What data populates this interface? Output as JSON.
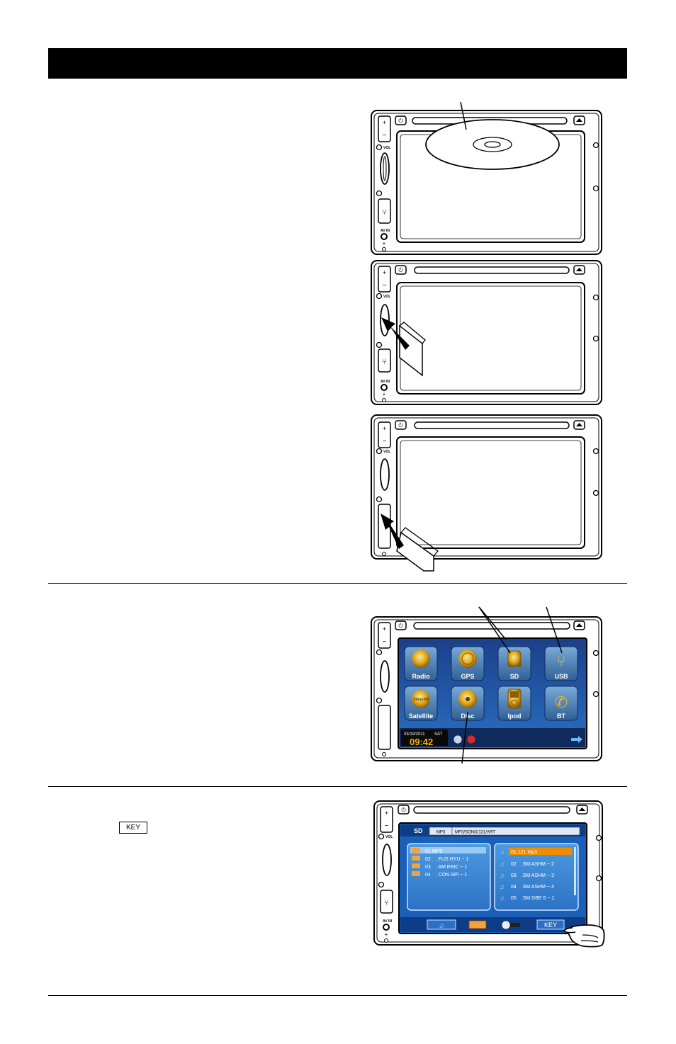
{
  "instructions": {
    "key_label": "KEY"
  },
  "unit_panel": {
    "vol_label": "VOL",
    "av_in_label": "AV IN"
  },
  "home_menu": {
    "apps": [
      {
        "label": "Radio",
        "icon": "radio-icon"
      },
      {
        "label": "GPS",
        "icon": "gps-icon"
      },
      {
        "label": "SD",
        "icon": "sd-card-icon"
      },
      {
        "label": "USB",
        "icon": "usb-icon"
      },
      {
        "label": "Satellite",
        "icon": "siriusxm-icon",
        "logo_text": "SiriusXM"
      },
      {
        "label": "Disc",
        "icon": "disc-icon"
      },
      {
        "label": "Ipod",
        "icon": "ipod-icon"
      },
      {
        "label": "BT",
        "icon": "phone-icon"
      }
    ],
    "date": "03/19/2011",
    "day": "SAT",
    "time": "09:42"
  },
  "sd_browser": {
    "source": "SD",
    "format": "MP3",
    "path": "MP3/SONG/131/ART",
    "folders": [
      "01.MP3",
      "02　. FUS HYU ~ 1",
      "03　. AM ERIC ~ 1",
      "04　. CON SPI ~ 1"
    ],
    "files": [
      "01.121 Mp3",
      "02　.SM ASHM ~ 2",
      "03　.SM ASHM ~ 3",
      "04　.SM ASHM ~ 4",
      "05　.SM DBE 6 ~ 1"
    ],
    "key_button": "KEY"
  },
  "colors": {
    "screen_blue": "#1f5fb0",
    "highlight_orange": "#f08c00",
    "header": "#000000"
  }
}
